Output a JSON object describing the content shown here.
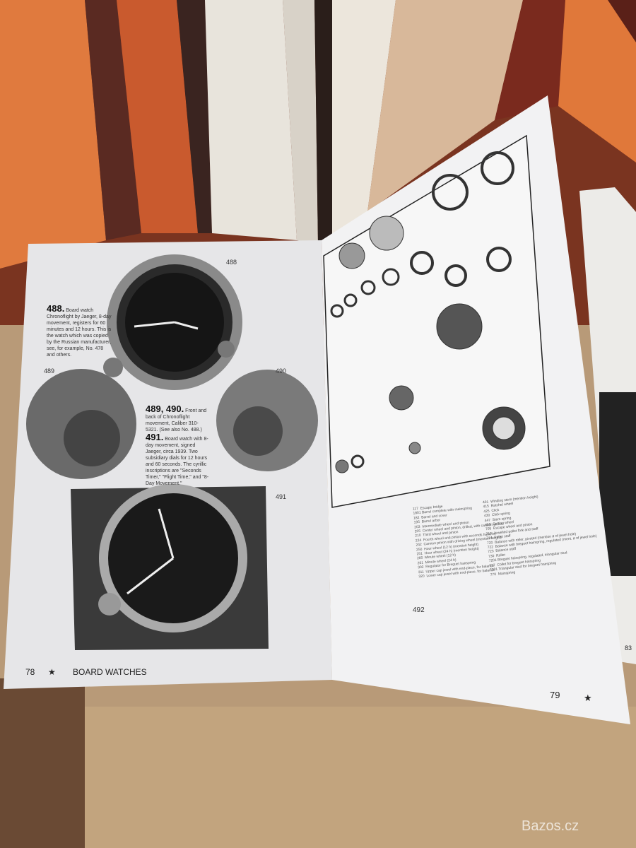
{
  "left_page": {
    "page_number": "78",
    "star": "★",
    "section_title": "BOARD WATCHES",
    "figures": [
      "488",
      "489",
      "490",
      "491"
    ],
    "captions": [
      {
        "num": "488.",
        "text": "Board watch Chronoflight by Jaeger, 8-day movement, registers for 60 minutes and 12 hours. This is the watch which was copied by the Russian manufacturer, see, for example, No. 478 and others."
      },
      {
        "num": "489, 490.",
        "text": "Front and back of Chronoflight movement, Caliber 310-5321. (See also No. 488.)"
      },
      {
        "num": "491.",
        "text": "Board watch with 8-day movement, signed Jaeger, circa 1939. Two subsidiary dials for 12 hours and 60 seconds. The cyrillic inscriptions are \"Seconds Timer,\" \"Flight Time,\" and \"8-Day Movement.\""
      }
    ]
  },
  "right_page": {
    "page_number": "79",
    "star": "★",
    "figure": "492",
    "legend_right": [
      "401  Winding stem (mention height)",
      "415  Ratchet wheel",
      "425  Click",
      "430  Click spring",
      "447  Stem spring",
      "450  Setting wheel",
      "705  Escape wheel and pinion",
      "710  Jewelled pallet fork and staff",
      "714  Pallet staff",
      "720  Balance with roller, pivoted (mention ø of jewel hole)",
      "722  Balance with breguet hairspring, regulated (ment. ø of jewel hole)",
      "723  Balance staff",
      "730  Roller",
      "7201 Breguet hairspring, regulated, triangular stud",
      "737  Collet for breguet hairspring",
      "7301 Triangular stud for breguet hairspring",
      "770  Mainspring"
    ],
    "legend_middle": [
      "117  Escape bridge",
      "1801 Barrel complete with mainspring",
      "182  Barrel and cover",
      "195  Barrel arbor",
      "203  Intermediate wheel and pinion",
      "205  Center wheel and pinion, drilled, with cannon pinion",
      "210  Third wheel and pinion",
      "224  Fourth wheel and pinion with seconds hand bit",
      "242  Cannon pinion with driving wheel (mention height)",
      "250  Hour wheel (12 h) (mention height)",
      "251  Hour wheel (24 h) (mention height)",
      "260  Minute wheel (12 h)",
      "261  Minute wheel (24 h)",
      "302  Regulator for Breguet hairspring",
      "311  Upper cap jewel with end-piece, for balance",
      "320  Lower cap jewel with end-piece, for balance"
    ]
  },
  "background_page_number": "83",
  "watermark": "Bazos.cz"
}
